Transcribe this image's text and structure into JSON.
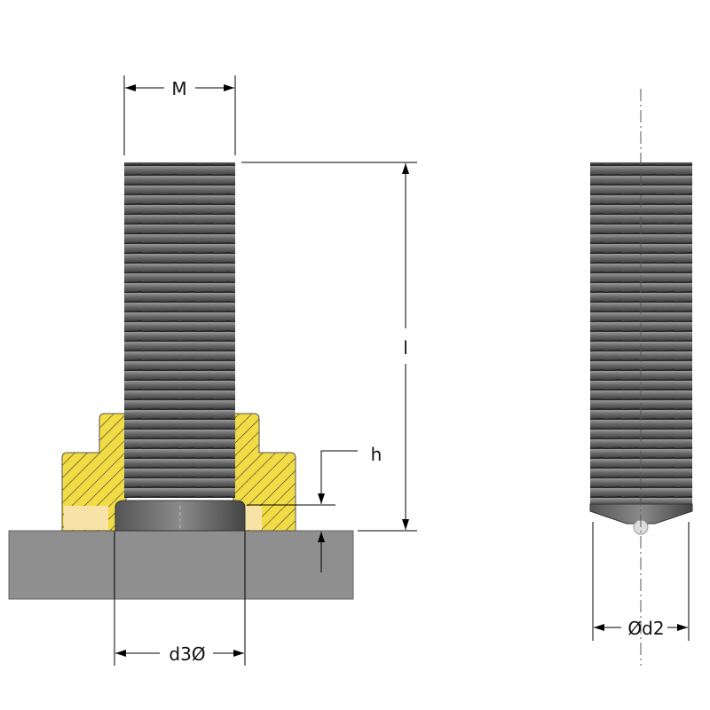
{
  "labels": {
    "thread_size": "M",
    "length": "l",
    "height": "h",
    "pad_diameter": "d3Ø",
    "tip_diameter": "Ød2"
  },
  "colors": {
    "steel": "#6f6f6f",
    "brass": "#f2dc45",
    "brass_light": "#f7e3a8",
    "plate": "#8f8f8f",
    "line": "#000000"
  }
}
